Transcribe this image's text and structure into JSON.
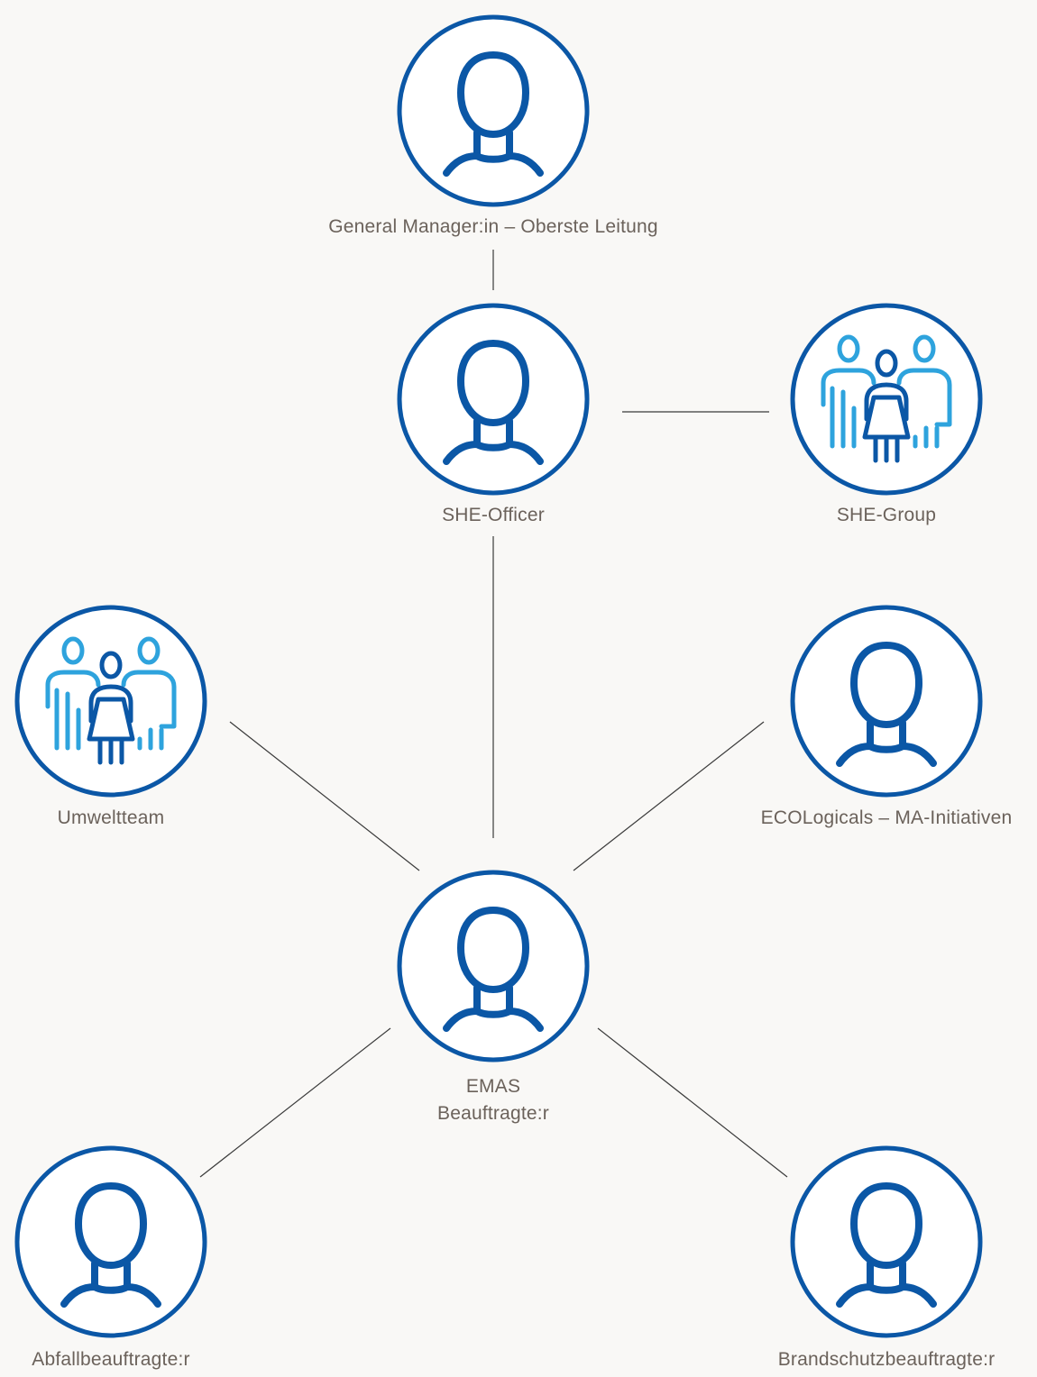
{
  "colors": {
    "background": "#f9f8f6",
    "ring": "#0b57a6",
    "person_dark": "#0b57a6",
    "person_light": "#2ea3dd",
    "label_text": "#6b625b",
    "connector": "#3a3a3a"
  },
  "nodes": {
    "general_manager": {
      "label": "General Manager:in – Oberste Leitung",
      "icon": "person-icon"
    },
    "she_officer": {
      "label": "SHE-Officer",
      "icon": "person-icon"
    },
    "she_group": {
      "label": "SHE-Group",
      "icon": "group-icon"
    },
    "umweltteam": {
      "label": "Umweltteam",
      "icon": "group-icon"
    },
    "ecologicals": {
      "label": "ECOLogicals – MA-Initiativen",
      "icon": "person-icon"
    },
    "emas": {
      "label_line1": "EMAS",
      "label_line2": "Beauftragte:r",
      "icon": "person-icon"
    },
    "abfall": {
      "label": "Abfallbeauftragte:r",
      "icon": "person-icon"
    },
    "brandschutz": {
      "label": "Brandschutzbeauftragte:r",
      "icon": "person-icon"
    }
  },
  "connections": [
    [
      "general_manager",
      "she_officer"
    ],
    [
      "she_officer",
      "she_group"
    ],
    [
      "she_officer",
      "emas"
    ],
    [
      "umweltteam",
      "emas"
    ],
    [
      "ecologicals",
      "emas"
    ],
    [
      "emas",
      "abfall"
    ],
    [
      "emas",
      "brandschutz"
    ]
  ]
}
